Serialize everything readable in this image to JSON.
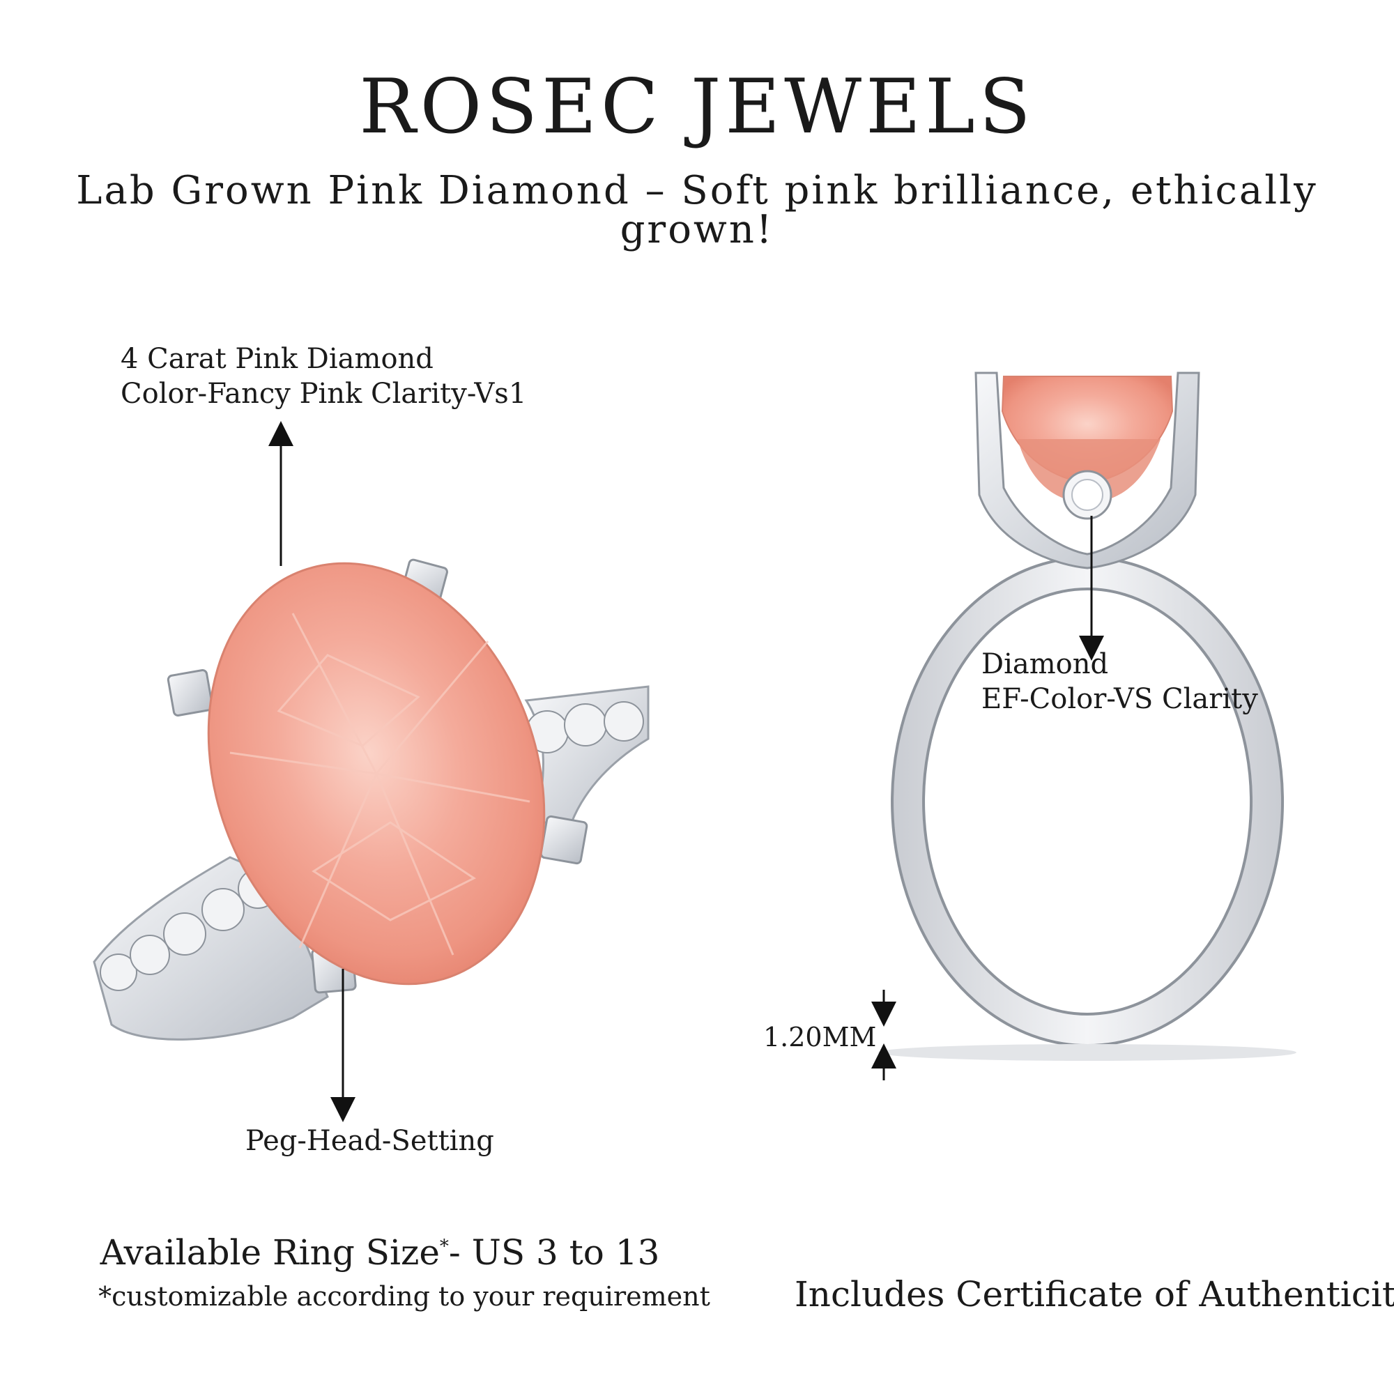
{
  "brand": "ROSEC JEWELS",
  "tagline": "Lab Grown Pink Diamond – Soft pink brilliance, ethically grown!",
  "center_stone": {
    "line1": "4 Carat Pink Diamond",
    "line2": "Color-Fancy Pink Clarity-Vs1"
  },
  "setting_label": "Peg-Head-Setting",
  "side_stone": {
    "line1": "Diamond",
    "line2": "EF-Color-VS Clarity"
  },
  "band_width": "1.20MM",
  "ring_size": {
    "label": "Available Ring Size",
    "asterisk": "*",
    "range": "- US 3 to 13",
    "note": "*customizable according to your requirement"
  },
  "certificate": "Includes Certificate of Authenticity",
  "colors": {
    "stone_pink": "#f3a89a",
    "metal": "#e6e8ec",
    "text": "#1a1a1a"
  }
}
